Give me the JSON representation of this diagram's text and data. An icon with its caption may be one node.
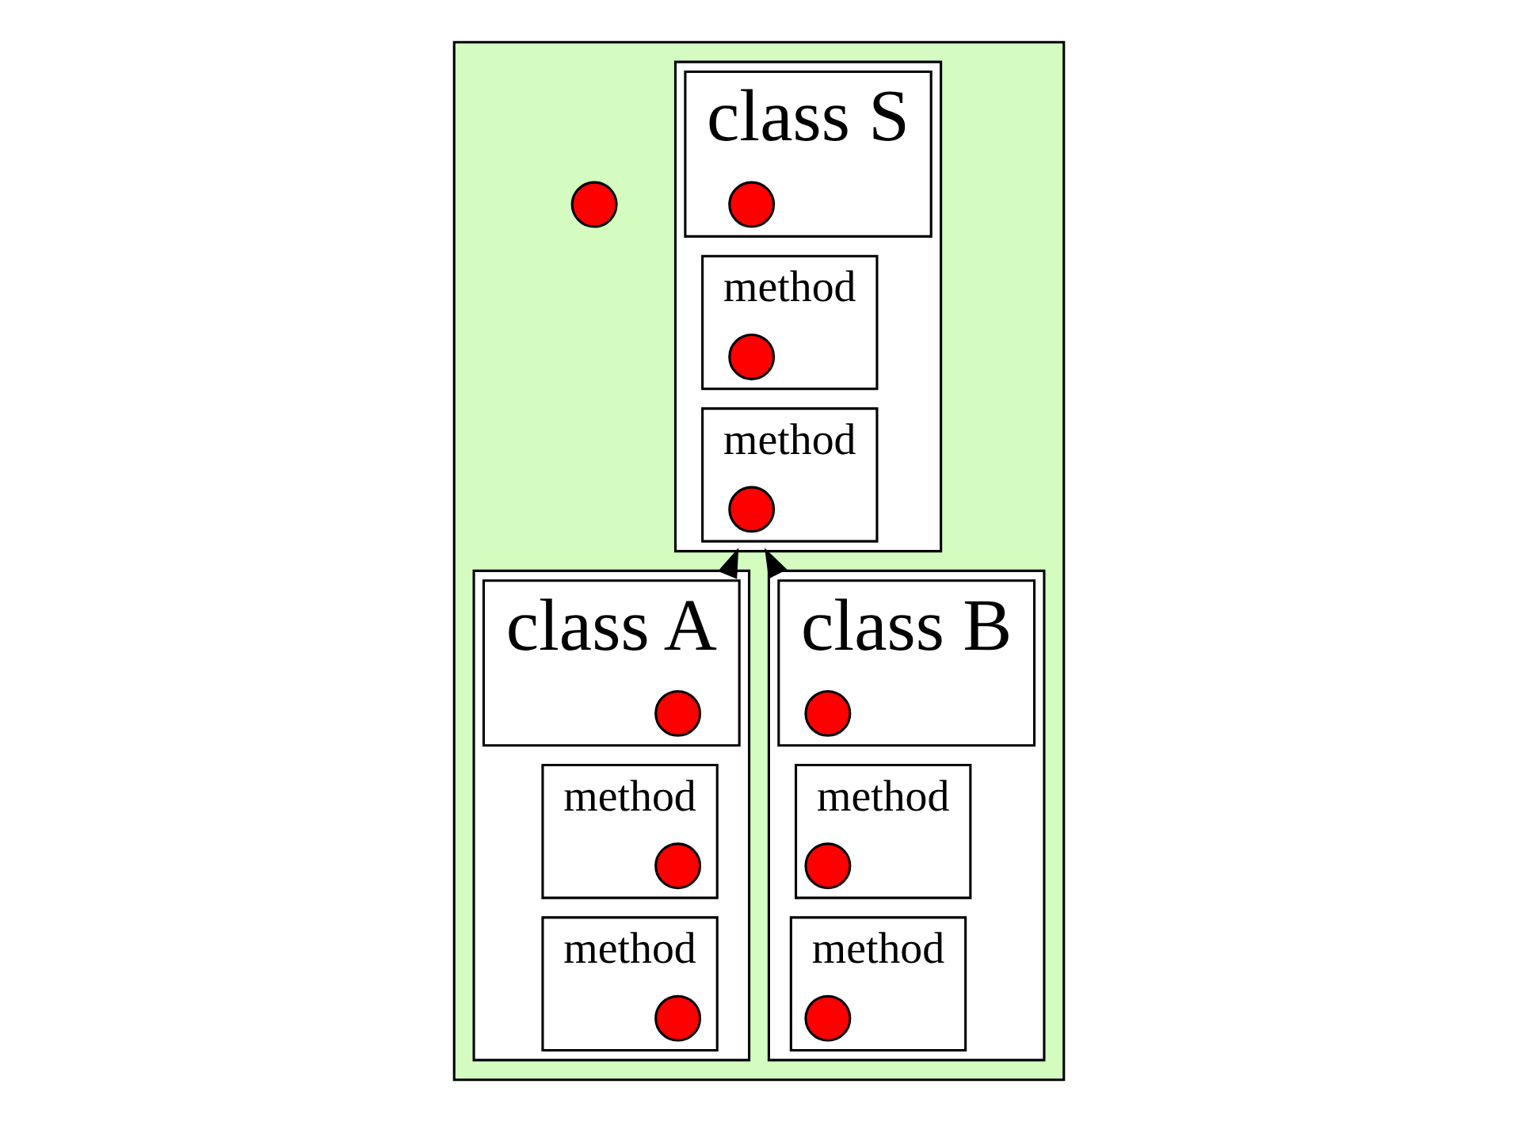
{
  "diagram": {
    "nodes": [
      {
        "text": [],
        "shape": "box"
      },
      {
        "text": [],
        "shape": "box",
        "in": 0
      },
      {
        "text": [
          "class S"
        ],
        "in": 1
      },
      {
        "text": [],
        "shape": "circle",
        "in": 2
      },
      {
        "text": [
          "method"
        ],
        "in": 1
      },
      {
        "text": [],
        "shape": "circle",
        "in": 4
      },
      {
        "text": [
          "method"
        ],
        "in": 1
      },
      {
        "text": [],
        "shape": "circle",
        "in": 6
      },
      {
        "text": [],
        "shape": "circle",
        "in": 0
      },
      {
        "text": [],
        "shape": "box",
        "in": 0
      },
      {
        "text": [
          "class A"
        ],
        "in": 9
      },
      {
        "text": [],
        "shape": "circle",
        "in": 10
      },
      {
        "text": [
          "method"
        ],
        "in": 9
      },
      {
        "text": [],
        "shape": "circle",
        "in": 12
      },
      {
        "text": [
          "method"
        ],
        "in": 9
      },
      {
        "text": [],
        "shape": "circle",
        "in": 14
      },
      {
        "text": [],
        "shape": "box",
        "in": 0
      },
      {
        "text": [
          "class B"
        ],
        "in": 16
      },
      {
        "text": [],
        "shape": "circle",
        "in": 17
      },
      {
        "text": [
          "method"
        ],
        "in": 16
      },
      {
        "text": [],
        "shape": "circle",
        "in": 19
      },
      {
        "text": [
          "method"
        ],
        "in": 16
      },
      {
        "text": [],
        "shape": "circle",
        "in": 21
      }
    ],
    "edges": [
      {
        "from": 9,
        "to": 1,
        "arrow": "to"
      },
      {
        "from": 16,
        "to": 1,
        "arrow": "to"
      }
    ]
  }
}
